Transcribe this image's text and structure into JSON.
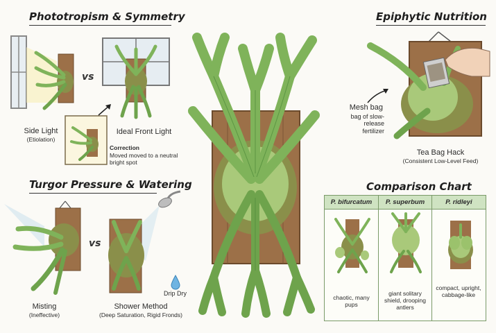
{
  "sections": {
    "phototropism": {
      "title": "Phototropism & Symmetry",
      "vs": "vs",
      "side_light": "Side Light",
      "side_light_sub": "(Etiolation)",
      "ideal": "Ideal Front Light",
      "correction_title": "Correction",
      "correction_text": "Moved moved to a neutral bright spot"
    },
    "epiphytic": {
      "title": "Epiphytic Nutrition",
      "mesh_bag": "Mesh bag",
      "mesh_bag_sub": "bag of slow-release fertilizer",
      "tea_bag": "Tea Bag Hack",
      "tea_bag_sub": "(Consistent Low-Level Feed)"
    },
    "turgor": {
      "title": "Turgor Pressure & Watering",
      "vs": "vs",
      "misting": "Misting",
      "misting_sub": "(Ineffective)",
      "shower": "Shower Method",
      "shower_sub": "(Deep Saturation, Rigid Fronds)",
      "drip_dry": "Drip Dry"
    },
    "comparison": {
      "title": "Comparison Chart",
      "columns": [
        {
          "name": "P. bifurcatum",
          "desc": "chaotic, many pups"
        },
        {
          "name": "P. superbum",
          "desc": "giant solitary shield, drooping antlers"
        },
        {
          "name": "P. ridleyi",
          "desc": "compact, upright, cabbage-like"
        }
      ]
    }
  },
  "colors": {
    "frond": "#7fb35a",
    "frond_dark": "#4f8a3a",
    "shield": "#a9c97a",
    "wood": "#9c7048",
    "moss": "#8a8f4a"
  }
}
